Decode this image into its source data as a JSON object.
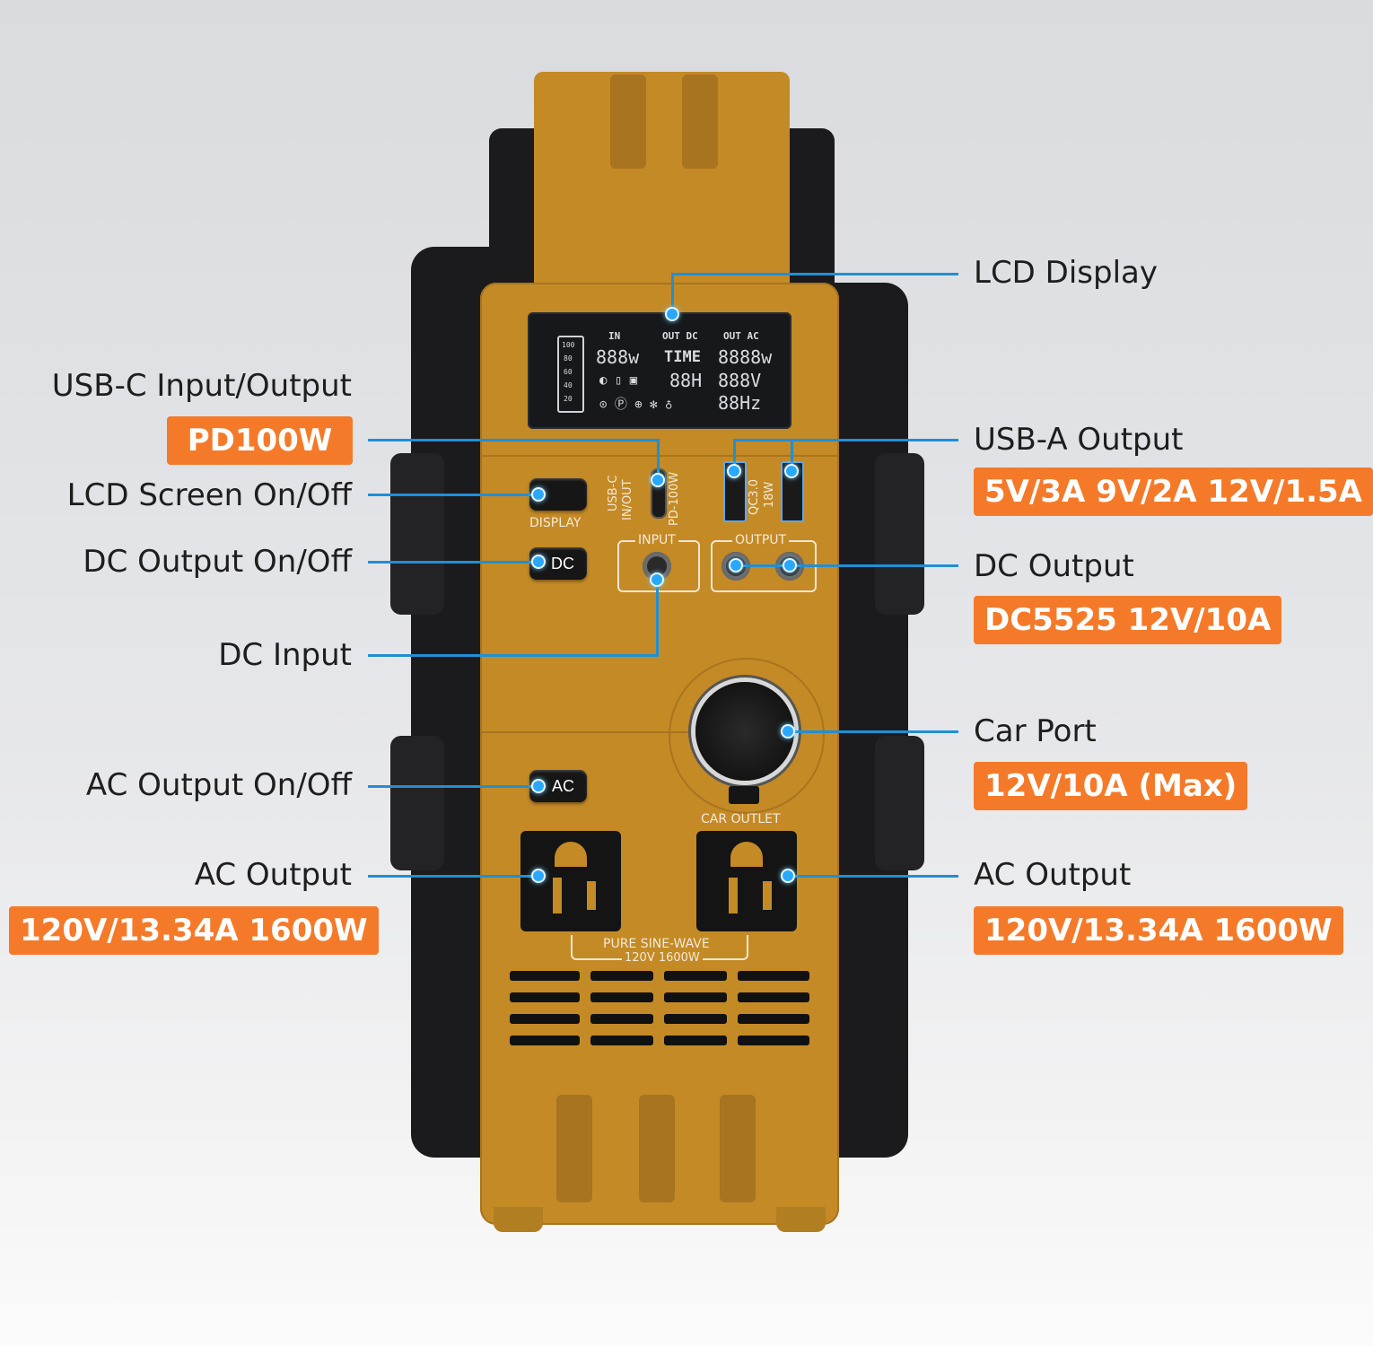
{
  "colors": {
    "accent": "#f47a2a",
    "body": "#c48a26",
    "leader": "#1f8fd6"
  },
  "callouts": {
    "lcd_display": {
      "title": "LCD Display"
    },
    "usb_c": {
      "title": "USB-C Input/Output",
      "spec": "PD100W"
    },
    "lcd_switch": {
      "title": "LCD Screen On/Off"
    },
    "dc_switch": {
      "title": "DC Output On/Off"
    },
    "dc_input": {
      "title": "DC Input"
    },
    "ac_switch": {
      "title": "AC Output On/Off"
    },
    "ac_output_left": {
      "title": "AC Output",
      "spec": "120V/13.34A 1600W"
    },
    "usb_a": {
      "title": "USB-A Output",
      "spec": "5V/3A 9V/2A 12V/1.5A"
    },
    "dc_output": {
      "title": "DC Output",
      "spec": "DC5525 12V/10A"
    },
    "car_port": {
      "title": "Car Port",
      "spec": "12V/10A (Max)"
    },
    "ac_output_right": {
      "title": "AC Output",
      "spec": "120V/13.34A 1600W"
    }
  },
  "device": {
    "lcd": {
      "in": "IN",
      "out_dc": "OUT DC",
      "out_ac": "OUT AC",
      "in_watts": "888w",
      "time": "TIME",
      "ac_watts": "8888w",
      "hours": "88H",
      "volts": "888V",
      "hertz": "88Hz",
      "battery_levels": [
        "100",
        "80",
        "60",
        "40",
        "20"
      ]
    },
    "buttons": {
      "display": "DISPLAY",
      "dc": "DC",
      "ac": "AC"
    },
    "usbc_label_1": "USB-C",
    "usbc_label_2": "IN/OUT",
    "usbc_label_3": "PD-100W",
    "qc_label_1": "QC3.0",
    "qc_label_2": "18W",
    "input_label": "INPUT",
    "output_label": "OUTPUT",
    "car_outlet_label": "CAR OUTLET",
    "sine_label_1": "PURE SINE-WAVE",
    "sine_label_2": "120V 1600W"
  },
  "icons": [
    "battery-gauge-icon",
    "led-light-icon",
    "fan-icon",
    "usb-port-icon",
    "dc-jack-icon",
    "ac-socket-icon"
  ]
}
